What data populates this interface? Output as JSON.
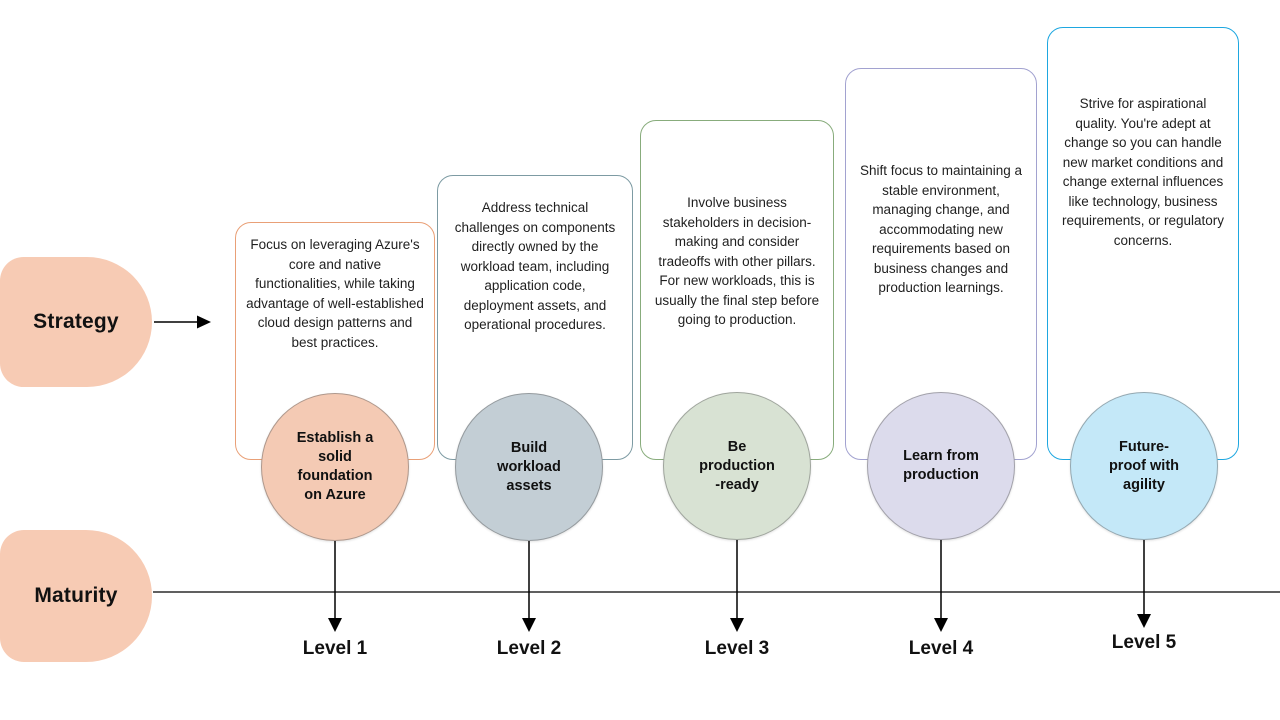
{
  "rows": {
    "strategy": {
      "label": "Strategy"
    },
    "maturity": {
      "label": "Maturity"
    }
  },
  "levels": [
    {
      "level_label": "Level 1",
      "description": "Focus on leveraging Azure's core and native functionalities, while taking advantage of well-established cloud design patterns and best practices.",
      "circle_label": "Establish a\nsolid\nfoundation\non Azure",
      "box_border_color": "#E9A077",
      "circle_fill_color": "#F4CAB4"
    },
    {
      "level_label": "Level 2",
      "description": "Address technical challenges on components directly owned by the workload team, including application code, deployment assets, and operational procedures.",
      "circle_label": "Build\nworkload\nassets",
      "box_border_color": "#7D9BA3",
      "circle_fill_color": "#C3CED5"
    },
    {
      "level_label": "Level 3",
      "description": "Involve business stakeholders in decision-making and consider tradeoffs with other pillars. For new workloads, this is usually the final step before going to production.",
      "circle_label": "Be\nproduction\n-ready",
      "box_border_color": "#88AC7C",
      "circle_fill_color": "#D8E2D3"
    },
    {
      "level_label": "Level 4",
      "description": "Shift focus to maintaining a stable environment, managing change, and accommodating new requirements based on business changes and production learnings.",
      "circle_label": "Learn from\nproduction",
      "box_border_color": "#A2A2D0",
      "circle_fill_color": "#DCDBEC"
    },
    {
      "level_label": "Level 5",
      "description": "Strive for aspirational quality. You're adept at change so you can handle new market conditions and change external influences like technology, business requirements, or regulatory concerns.",
      "circle_label": "Future-\nproof with\nagility",
      "box_border_color": "#1EA7E0",
      "circle_fill_color": "#C4E8F8"
    }
  ],
  "colors": {
    "row_pill_fill": "#F7CBB4",
    "line_color": "#000000",
    "text_color": "#1A1A1A"
  }
}
